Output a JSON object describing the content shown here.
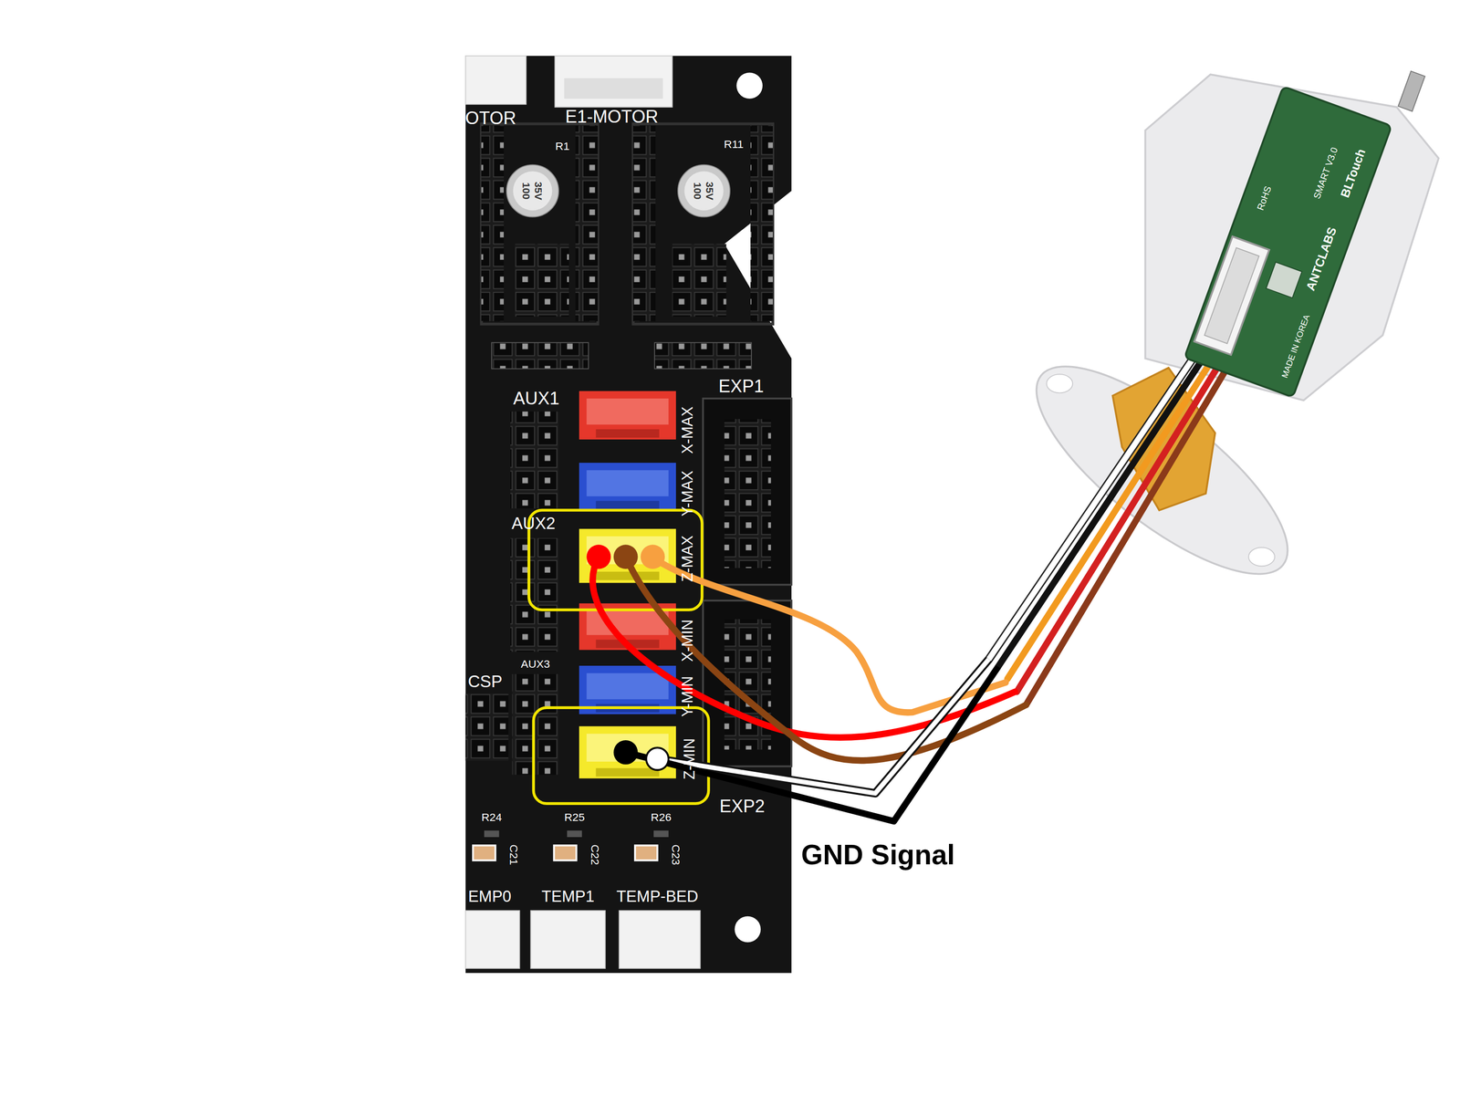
{
  "diagram": {
    "labels": [
      "OTOR",
      "E1-MOTOR",
      "R1",
      "R11",
      "100",
      "35V",
      "100",
      "35V",
      "AUX1",
      "EXP1",
      "X-MAX",
      "Y-MAX",
      "AUX2",
      "Z-MAX",
      "X-MIN",
      "AUX3",
      "CSP",
      "Y-MIN",
      "Z-MIN",
      "EXP2",
      "R24",
      "R25",
      "R26",
      "C21",
      "C22",
      "C23",
      "EMP0",
      "TEMP1",
      "TEMP-BED",
      "GND Signal",
      "ANTCLABS",
      "BLTouch",
      "SMART V3.0",
      "RoHS",
      "MADE IN KOREA"
    ]
  }
}
